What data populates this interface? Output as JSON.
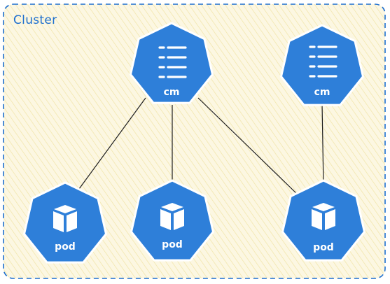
{
  "cluster": {
    "label": "Cluster"
  },
  "colors": {
    "cluster_border": "#1d6fcf",
    "cluster_fill": "#fbf5da",
    "node_fill": "#2e7fd9",
    "node_stroke": "#ffffff",
    "edge": "#1e1e1e"
  },
  "nodes": [
    {
      "id": "cm1",
      "kind": "configmap",
      "icon": "configmap-icon",
      "label": "cm"
    },
    {
      "id": "cm2",
      "kind": "configmap",
      "icon": "configmap-icon",
      "label": "cm"
    },
    {
      "id": "pod1",
      "kind": "pod",
      "icon": "pod-cube-icon",
      "label": "pod"
    },
    {
      "id": "pod2",
      "kind": "pod",
      "icon": "pod-cube-icon",
      "label": "pod"
    },
    {
      "id": "pod3",
      "kind": "pod",
      "icon": "pod-cube-icon",
      "label": "pod"
    }
  ],
  "edges": [
    {
      "from": "cm1",
      "to": "pod1"
    },
    {
      "from": "cm1",
      "to": "pod2"
    },
    {
      "from": "cm1",
      "to": "pod3"
    },
    {
      "from": "cm2",
      "to": "pod3"
    }
  ]
}
